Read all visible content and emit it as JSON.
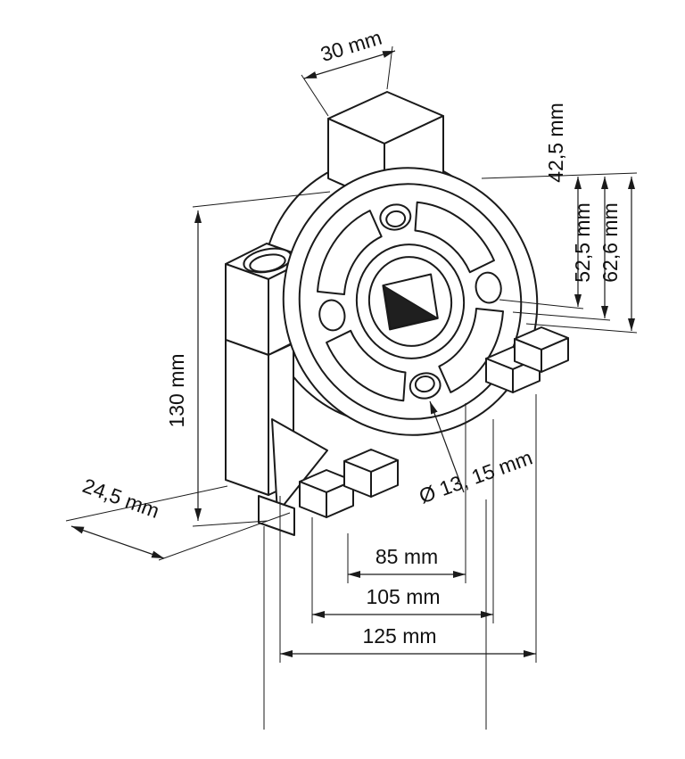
{
  "diagram": {
    "labels": {
      "top_width": "30 mm",
      "right_offset_small": "42,5 mm",
      "right_offset_mid": "52,5 mm",
      "right_offset_large": "62,6 mm",
      "overall_height": "130 mm",
      "depth": "24,5 mm",
      "hole_diameter": "Ø 13, 15 mm",
      "hole_spacing": "85 mm",
      "mid_width": "105 mm",
      "overall_width": "125 mm"
    },
    "colors": {
      "line": "#1a1a1a",
      "background": "#ffffff"
    }
  }
}
